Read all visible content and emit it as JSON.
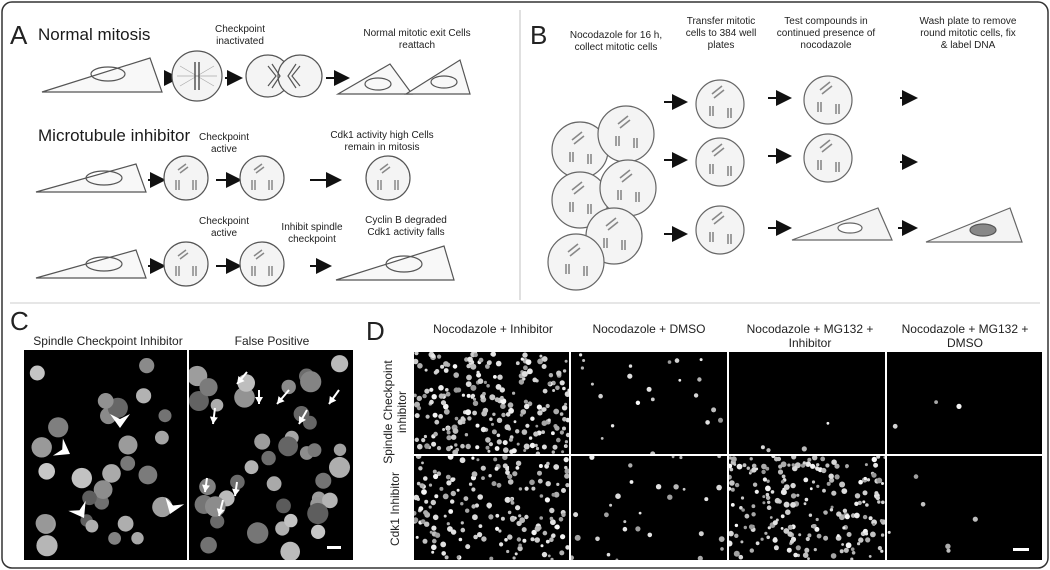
{
  "panels": {
    "A": {
      "letter": "A",
      "normal_title": "Normal mitosis",
      "checkpoint_inactivated": "Checkpoint inactivated",
      "normal_exit": "Normal mitotic exit Cells reattach",
      "mt_title": "Microtubule inhibitor",
      "checkpoint_active_1": "Checkpoint active",
      "cdk1_high": "Cdk1 activity high Cells remain in mitosis",
      "checkpoint_active_2": "Checkpoint active",
      "inhibit_spindle": "Inhibit spindle checkpoint",
      "cyclin_degraded": "Cyclin B degraded Cdk1 activity falls"
    },
    "B": {
      "letter": "B",
      "step1": "Nocodazole for 16 h, collect mitotic cells",
      "step2": "Transfer mitotic cells to 384 well plates",
      "step3": "Test compounds in continued presence of nocodazole",
      "step4": "Wash plate to remove round mitotic cells, fix & label DNA"
    },
    "C": {
      "letter": "C",
      "left_label": "Spindle Checkpoint Inhibitor",
      "right_label": "False Positive"
    },
    "D": {
      "letter": "D",
      "columns": [
        "Nocodazole + Inhibitor",
        "Nocodazole + DMSO",
        "Nocodazole + MG132 + Inhibitor",
        "Nocodazole + MG132 + DMSO"
      ],
      "rows": [
        "Spindle Checkpoint inhibitor",
        "Cdk1 Inhibitor"
      ]
    }
  },
  "colors": {
    "line": "#555555",
    "cell_fill": "#f2f2f2",
    "nucleus_label": "#888888"
  }
}
